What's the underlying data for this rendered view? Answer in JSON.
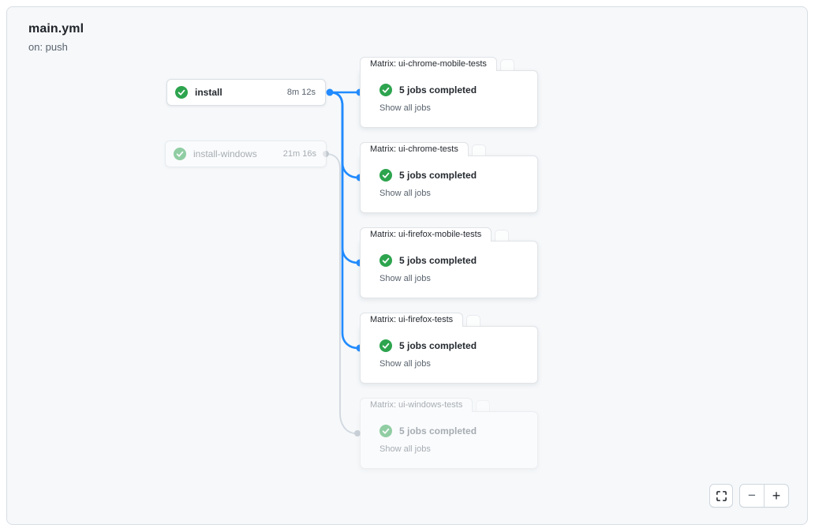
{
  "header": {
    "title": "main.yml",
    "trigger": "on: push"
  },
  "colors": {
    "accent_blue": "#218bff",
    "success_green": "#2da44e",
    "panel_background": "#f6f8fa",
    "muted_text": "#59636e",
    "edge_gray": "#d0d7de"
  },
  "nodes": {
    "install": {
      "label": "install",
      "duration": "8m 12s",
      "status": "success"
    },
    "install_windows": {
      "label": "install-windows",
      "duration": "21m 16s",
      "status": "success"
    },
    "matrix": [
      {
        "label": "Matrix: ui-chrome-mobile-tests",
        "summary": "5 jobs completed",
        "link": "Show all jobs",
        "status": "success"
      },
      {
        "label": "Matrix: ui-chrome-tests",
        "summary": "5 jobs completed",
        "link": "Show all jobs",
        "status": "success"
      },
      {
        "label": "Matrix: ui-firefox-mobile-tests",
        "summary": "5 jobs completed",
        "link": "Show all jobs",
        "status": "success"
      },
      {
        "label": "Matrix: ui-firefox-tests",
        "summary": "5 jobs completed",
        "link": "Show all jobs",
        "status": "success"
      },
      {
        "label": "Matrix: ui-windows-tests",
        "summary": "5 jobs completed",
        "link": "Show all jobs",
        "status": "success"
      }
    ]
  },
  "controls": {
    "zoom_out": "−",
    "zoom_in": "+"
  }
}
